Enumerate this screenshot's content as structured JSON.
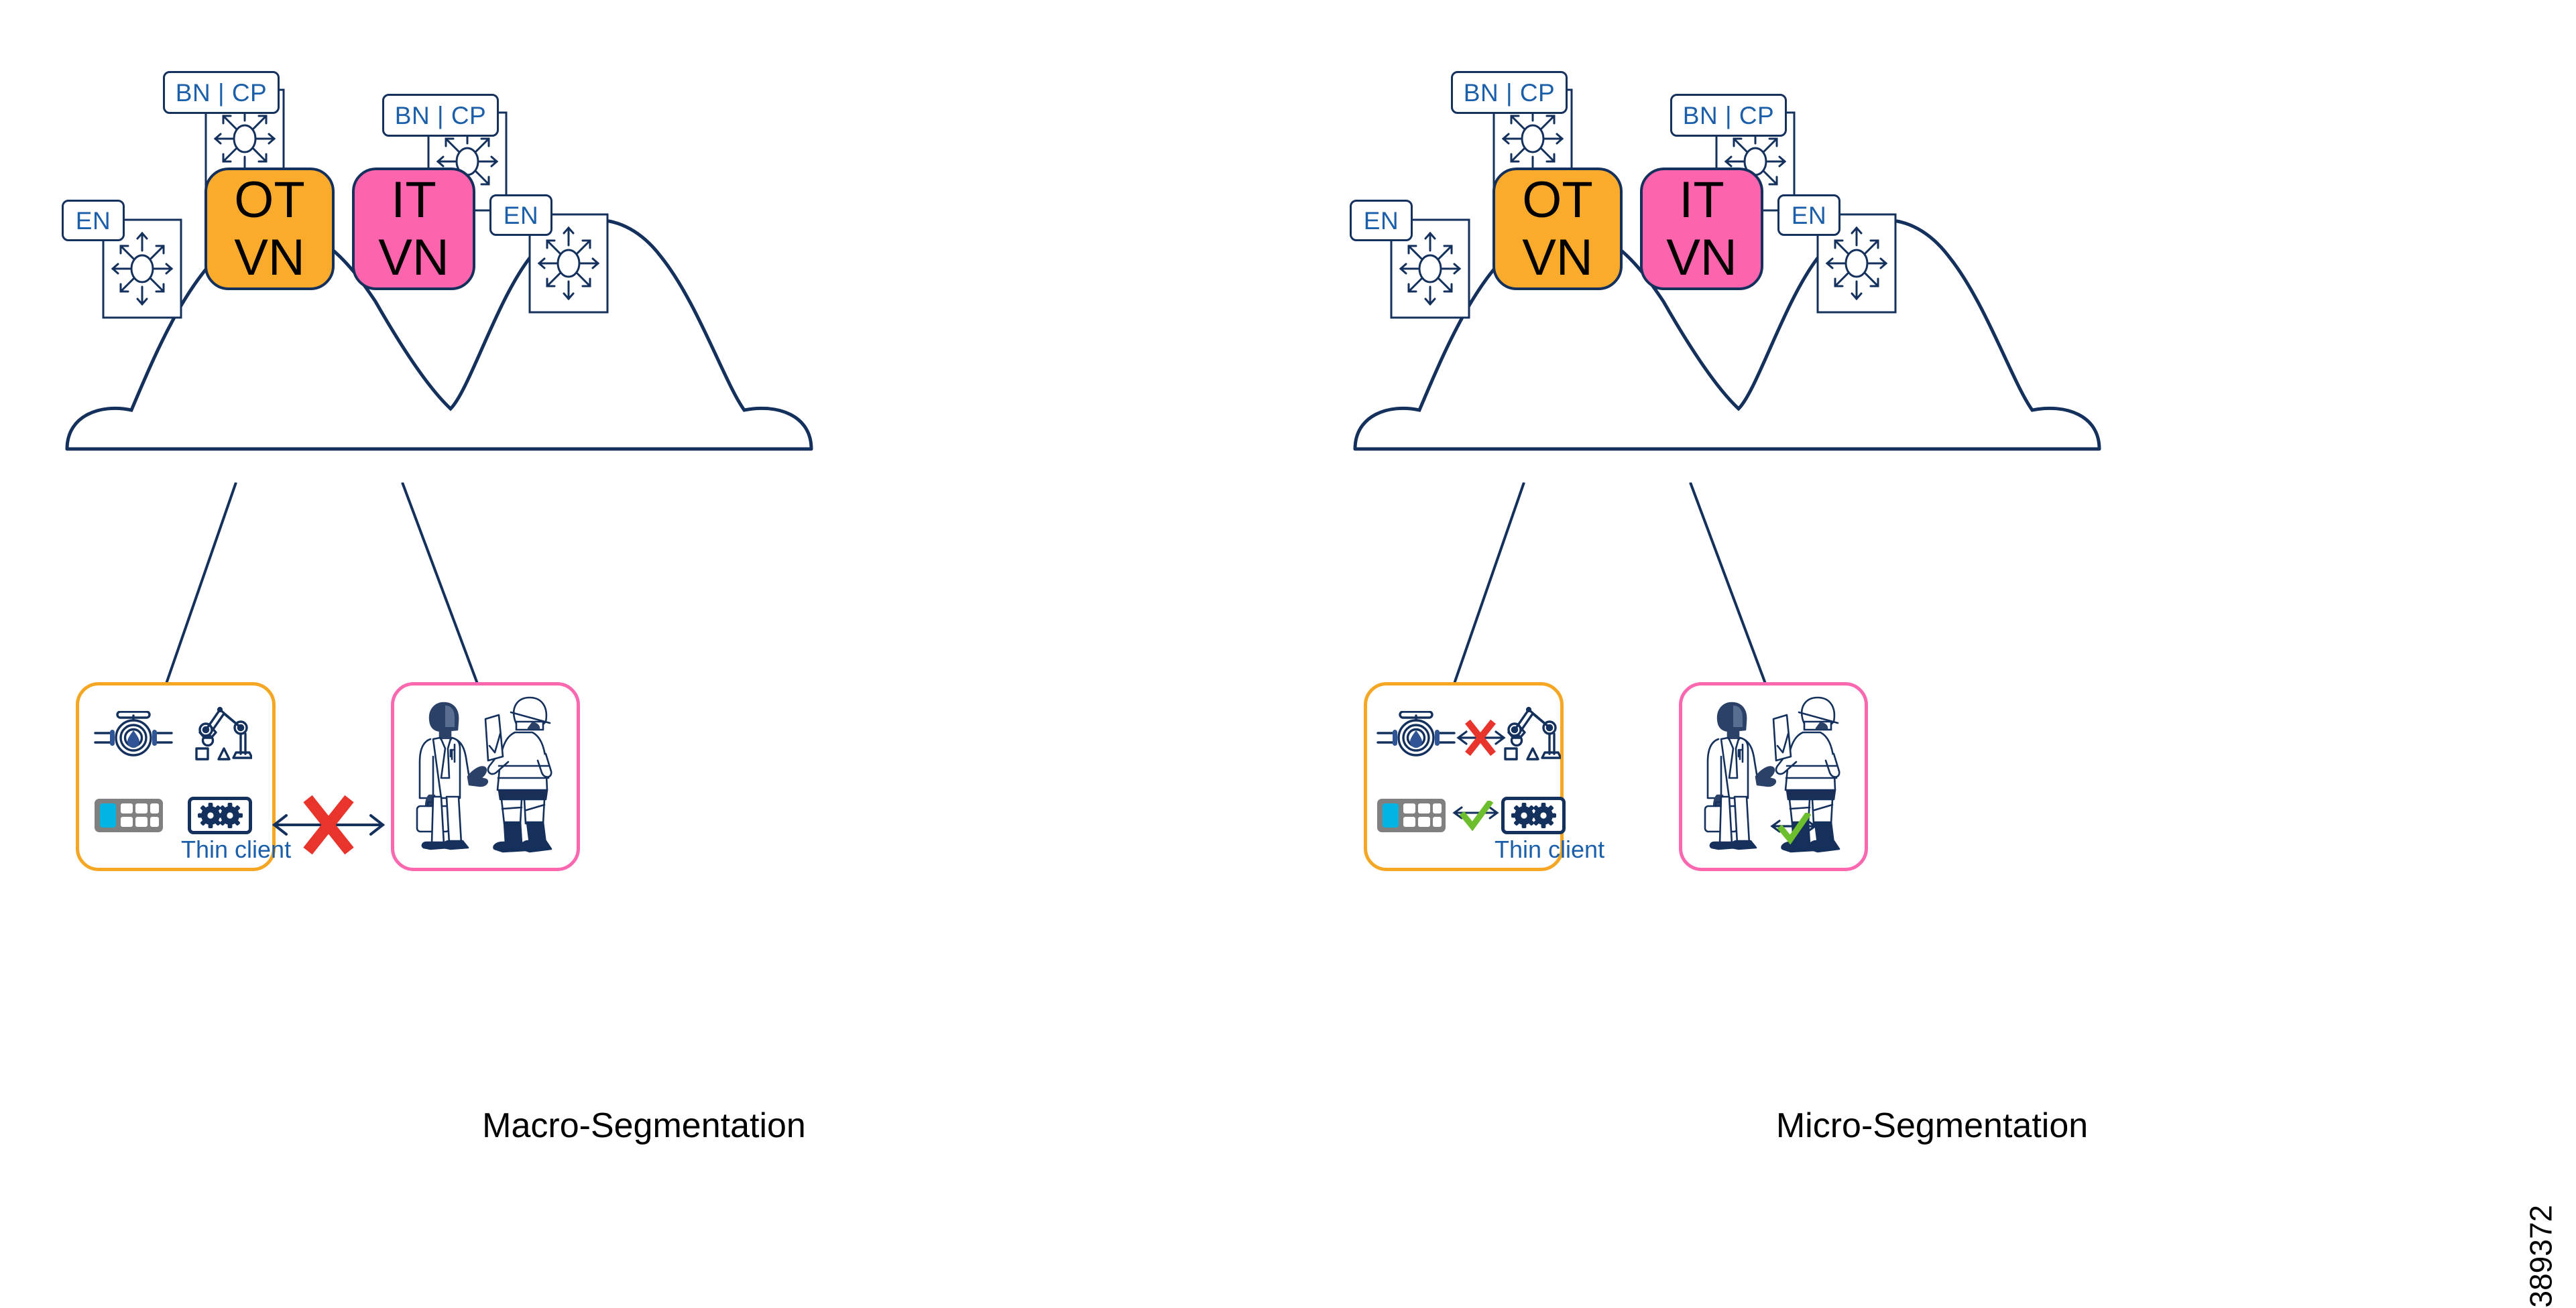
{
  "figure": {
    "number": "389372",
    "colors": {
      "navy": "#14305c",
      "label_blue": "#1b5faa",
      "ot_orange": "#fbab2c",
      "it_pink": "#fd64ae",
      "ot_panel_border": "#f5a623",
      "it_panel_border": "#fb68b0",
      "deny_red": "#e8342a",
      "allow_green": "#6cbe2c",
      "hmi_gray": "#808080",
      "hmi_cyan": "#00b5e2"
    }
  },
  "panels": [
    {
      "id": "macro",
      "caption": "Macro-Segmentation",
      "fabric": {
        "nodes": [
          {
            "id": "en-left",
            "label": "EN",
            "icon": "router-icon"
          },
          {
            "id": "bncp-left",
            "label": "BN | CP",
            "icon": "router-icon"
          },
          {
            "id": "bncp-right",
            "label": "BN | CP",
            "icon": "router-icon"
          },
          {
            "id": "en-right",
            "label": "EN",
            "icon": "router-icon"
          }
        ]
      },
      "vns": [
        {
          "id": "ot-vn",
          "line1": "OT",
          "line2": "VN",
          "fill": "#fbab2c"
        },
        {
          "id": "it-vn",
          "line1": "IT",
          "line2": "VN",
          "fill": "#fd64ae"
        }
      ],
      "ot_zone": {
        "border": "#f5a623",
        "devices": [
          {
            "id": "valve",
            "icon": "valve-flow-icon"
          },
          {
            "id": "robot-arm",
            "icon": "robot-arm-icon"
          },
          {
            "id": "hmi-panel",
            "icon": "hmi-panel-icon"
          },
          {
            "id": "thin-client",
            "icon": "gears-screen-icon",
            "label": "Thin client"
          }
        ],
        "internal_links": []
      },
      "it_zone": {
        "border": "#fb68b0",
        "people": [
          {
            "id": "office-worker",
            "icon": "businessman-icon"
          },
          {
            "id": "field-engineer",
            "icon": "hardhat-worker-icon"
          }
        ],
        "internal_links": []
      },
      "cross_link": {
        "id": "ot-it-link",
        "state": "blocked",
        "marker": "red-x-icon"
      }
    },
    {
      "id": "micro",
      "caption": "Micro-Segmentation",
      "fabric": {
        "nodes": [
          {
            "id": "en-left",
            "label": "EN",
            "icon": "router-icon"
          },
          {
            "id": "bncp-left",
            "label": "BN | CP",
            "icon": "router-icon"
          },
          {
            "id": "bncp-right",
            "label": "BN | CP",
            "icon": "router-icon"
          },
          {
            "id": "en-right",
            "label": "EN",
            "icon": "router-icon"
          }
        ]
      },
      "vns": [
        {
          "id": "ot-vn",
          "line1": "OT",
          "line2": "VN",
          "fill": "#fbab2c"
        },
        {
          "id": "it-vn",
          "line1": "IT",
          "line2": "VN",
          "fill": "#fd64ae"
        }
      ],
      "ot_zone": {
        "border": "#f5a623",
        "devices": [
          {
            "id": "valve",
            "icon": "valve-flow-icon"
          },
          {
            "id": "robot-arm",
            "icon": "robot-arm-icon"
          },
          {
            "id": "hmi-panel",
            "icon": "hmi-panel-icon"
          },
          {
            "id": "thin-client",
            "icon": "gears-screen-icon",
            "label": "Thin client"
          }
        ],
        "internal_links": [
          {
            "id": "valve-robot-link",
            "state": "blocked",
            "marker": "red-x-icon"
          },
          {
            "id": "hmi-thinclient-link",
            "state": "allowed",
            "marker": "green-check-icon"
          }
        ]
      },
      "it_zone": {
        "border": "#fb68b0",
        "people": [
          {
            "id": "office-worker",
            "icon": "businessman-icon"
          },
          {
            "id": "field-engineer",
            "icon": "hardhat-worker-icon"
          }
        ],
        "internal_links": [
          {
            "id": "people-link",
            "state": "allowed",
            "marker": "green-check-icon"
          }
        ]
      },
      "cross_link": null
    }
  ]
}
